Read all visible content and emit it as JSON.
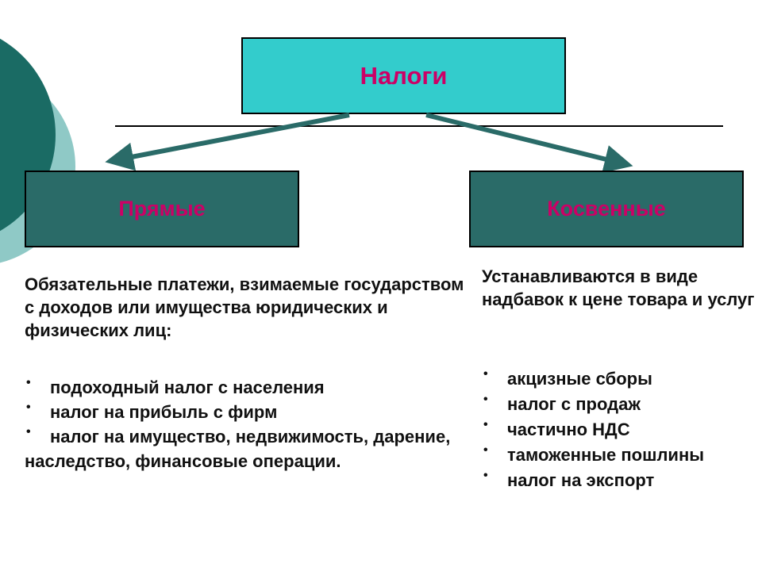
{
  "colors": {
    "main_box_fill": "#33cccc",
    "sub_box_fill": "#2a6b68",
    "label_text": "#cc0066",
    "arrow": "#2a6b68",
    "circle_dark": "#1a6b64",
    "circle_light": "#8fc9c6"
  },
  "main": {
    "title": "Налоги"
  },
  "left": {
    "title": "Прямые",
    "description": "Обязательные платежи, взимаемые государством с доходов или имущества юридических и физических лиц:",
    "items": [
      "подоходный налог с населения",
      "налог на прибыль с фирм",
      "налог на имущество, недвижимость, дарение, наследство, финансовые операции."
    ]
  },
  "right": {
    "title": "Косвенные",
    "description": "Устанавливаются в виде надбавок к цене товара и услуг",
    "items": [
      "акцизные сборы",
      "налог с продаж",
      "частично НДС",
      "таможенные пошлины",
      "налог на экспорт"
    ]
  },
  "bullet_glyph": "•"
}
